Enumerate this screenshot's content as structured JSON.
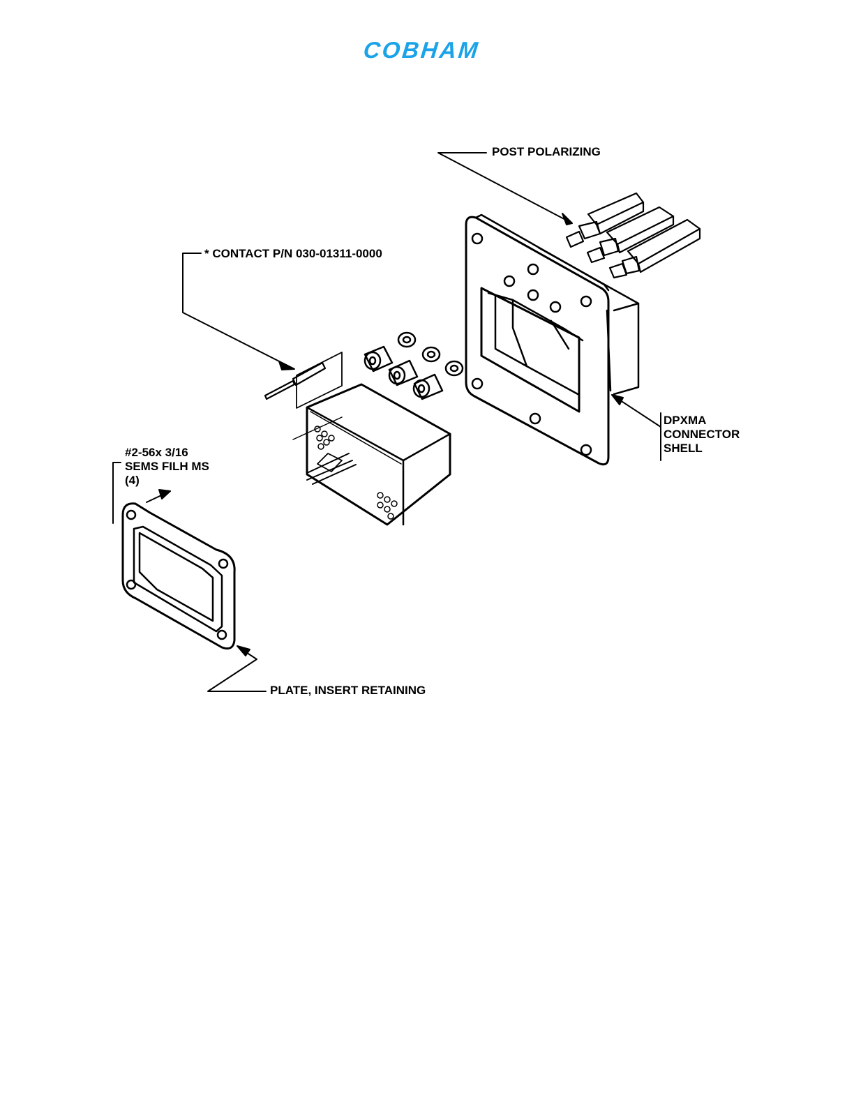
{
  "header": {
    "logo_text": "COBHAM",
    "logo_color": "#1aa3e8"
  },
  "callouts": {
    "post_polarizing": "POST POLARIZING",
    "contact": "* CONTACT P/N 030-01311-0000",
    "screw": [
      "#2-56x 3/16",
      "SEMS FILH MS",
      "(4)"
    ],
    "connector_shell": [
      "DPXMA",
      "CONNECTOR",
      "SHELL"
    ],
    "plate": "PLATE, INSERT RETAINING"
  }
}
